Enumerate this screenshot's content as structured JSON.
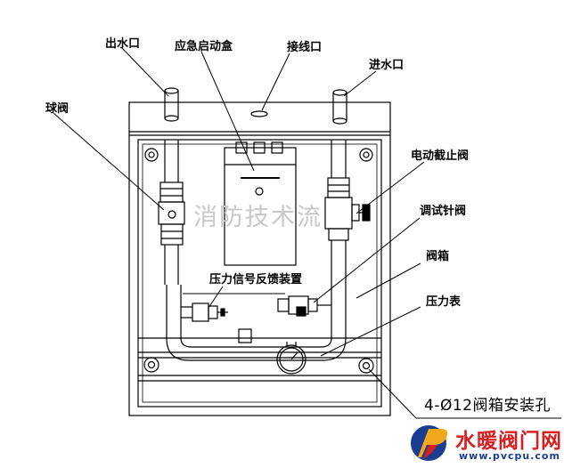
{
  "labels": {
    "outlet": "出水口",
    "emergency_box": "应急启动盒",
    "wiring_port": "接线口",
    "inlet": "进水口",
    "ball_valve": "球阀",
    "electric_stop_valve": "电动截止阀",
    "test_needle_valve": "调试针阀",
    "valve_box": "阀箱",
    "pressure_signal": "压力信号反馈装置",
    "pressure_gauge": "压力表",
    "mounting_holes": "4-Ø12阀箱安装孔"
  },
  "watermark": "消防技术流",
  "logo": {
    "name": "水暖阀门网",
    "url": "www.pvcpu.com"
  }
}
